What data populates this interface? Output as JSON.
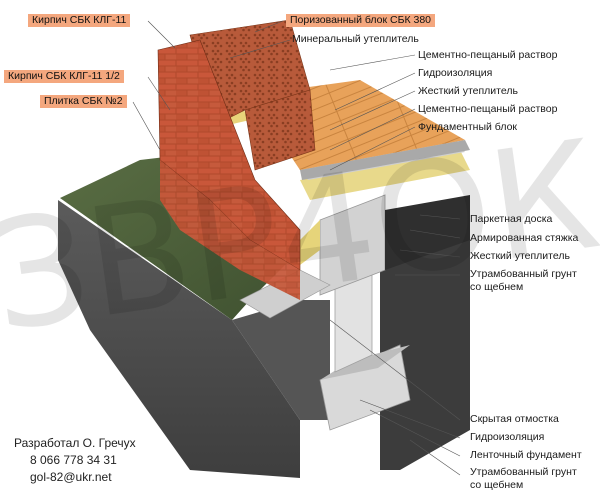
{
  "watermark": "ЗВР4ОК",
  "labels_left": [
    {
      "id": "brick-sbk-klg11",
      "text": "Кирпич СБК КЛГ-11",
      "highlight": true
    },
    {
      "id": "brick-sbk-klg11-half",
      "text": "Кирпич СБК КЛГ-11 1/2",
      "highlight": true
    },
    {
      "id": "tile-sbk-2",
      "text": "Плитка СБК №2",
      "highlight": true
    }
  ],
  "labels_right_top": [
    {
      "id": "porous-block",
      "text": "Поризованный блок  СБК 380",
      "highlight": true
    },
    {
      "id": "mineral-insulation",
      "text": "Минеральный утеплитель",
      "highlight": false
    },
    {
      "id": "cement-sand-mortar-1",
      "text": "Цементно-пещаный раствор",
      "highlight": false
    },
    {
      "id": "waterproofing-1",
      "text": "Гидроизоляция",
      "highlight": false
    },
    {
      "id": "rigid-insulation-1",
      "text": "Жесткий утеплитель",
      "highlight": false
    },
    {
      "id": "cement-sand-mortar-2",
      "text": "Цементно-пещаный раствор",
      "highlight": false
    },
    {
      "id": "foundation-block",
      "text": "Фундаментный блок",
      "highlight": false
    }
  ],
  "labels_right_mid": [
    {
      "id": "parquet",
      "text": "Паркетная доска"
    },
    {
      "id": "reinforced-screed",
      "text": "Армированная стяжка"
    },
    {
      "id": "rigid-insulation-2",
      "text": "Жесткий утеплитель"
    },
    {
      "id": "compacted-soil-1",
      "text": "Утрамбованный грунт\nсо щебнем"
    }
  ],
  "labels_right_bottom": [
    {
      "id": "hidden-blind-area",
      "text": "Скрытая отмостка"
    },
    {
      "id": "waterproofing-2",
      "text": "Гидроизоляция"
    },
    {
      "id": "strip-foundation",
      "text": "Ленточный фундамент"
    },
    {
      "id": "compacted-soil-2",
      "text": "Утрамбованный грунт\nсо щебнем"
    }
  ],
  "credits": {
    "author": "Разработал О. Гречух",
    "phone": "8 066 778 34 31",
    "email": "gol-82@ukr.net"
  }
}
